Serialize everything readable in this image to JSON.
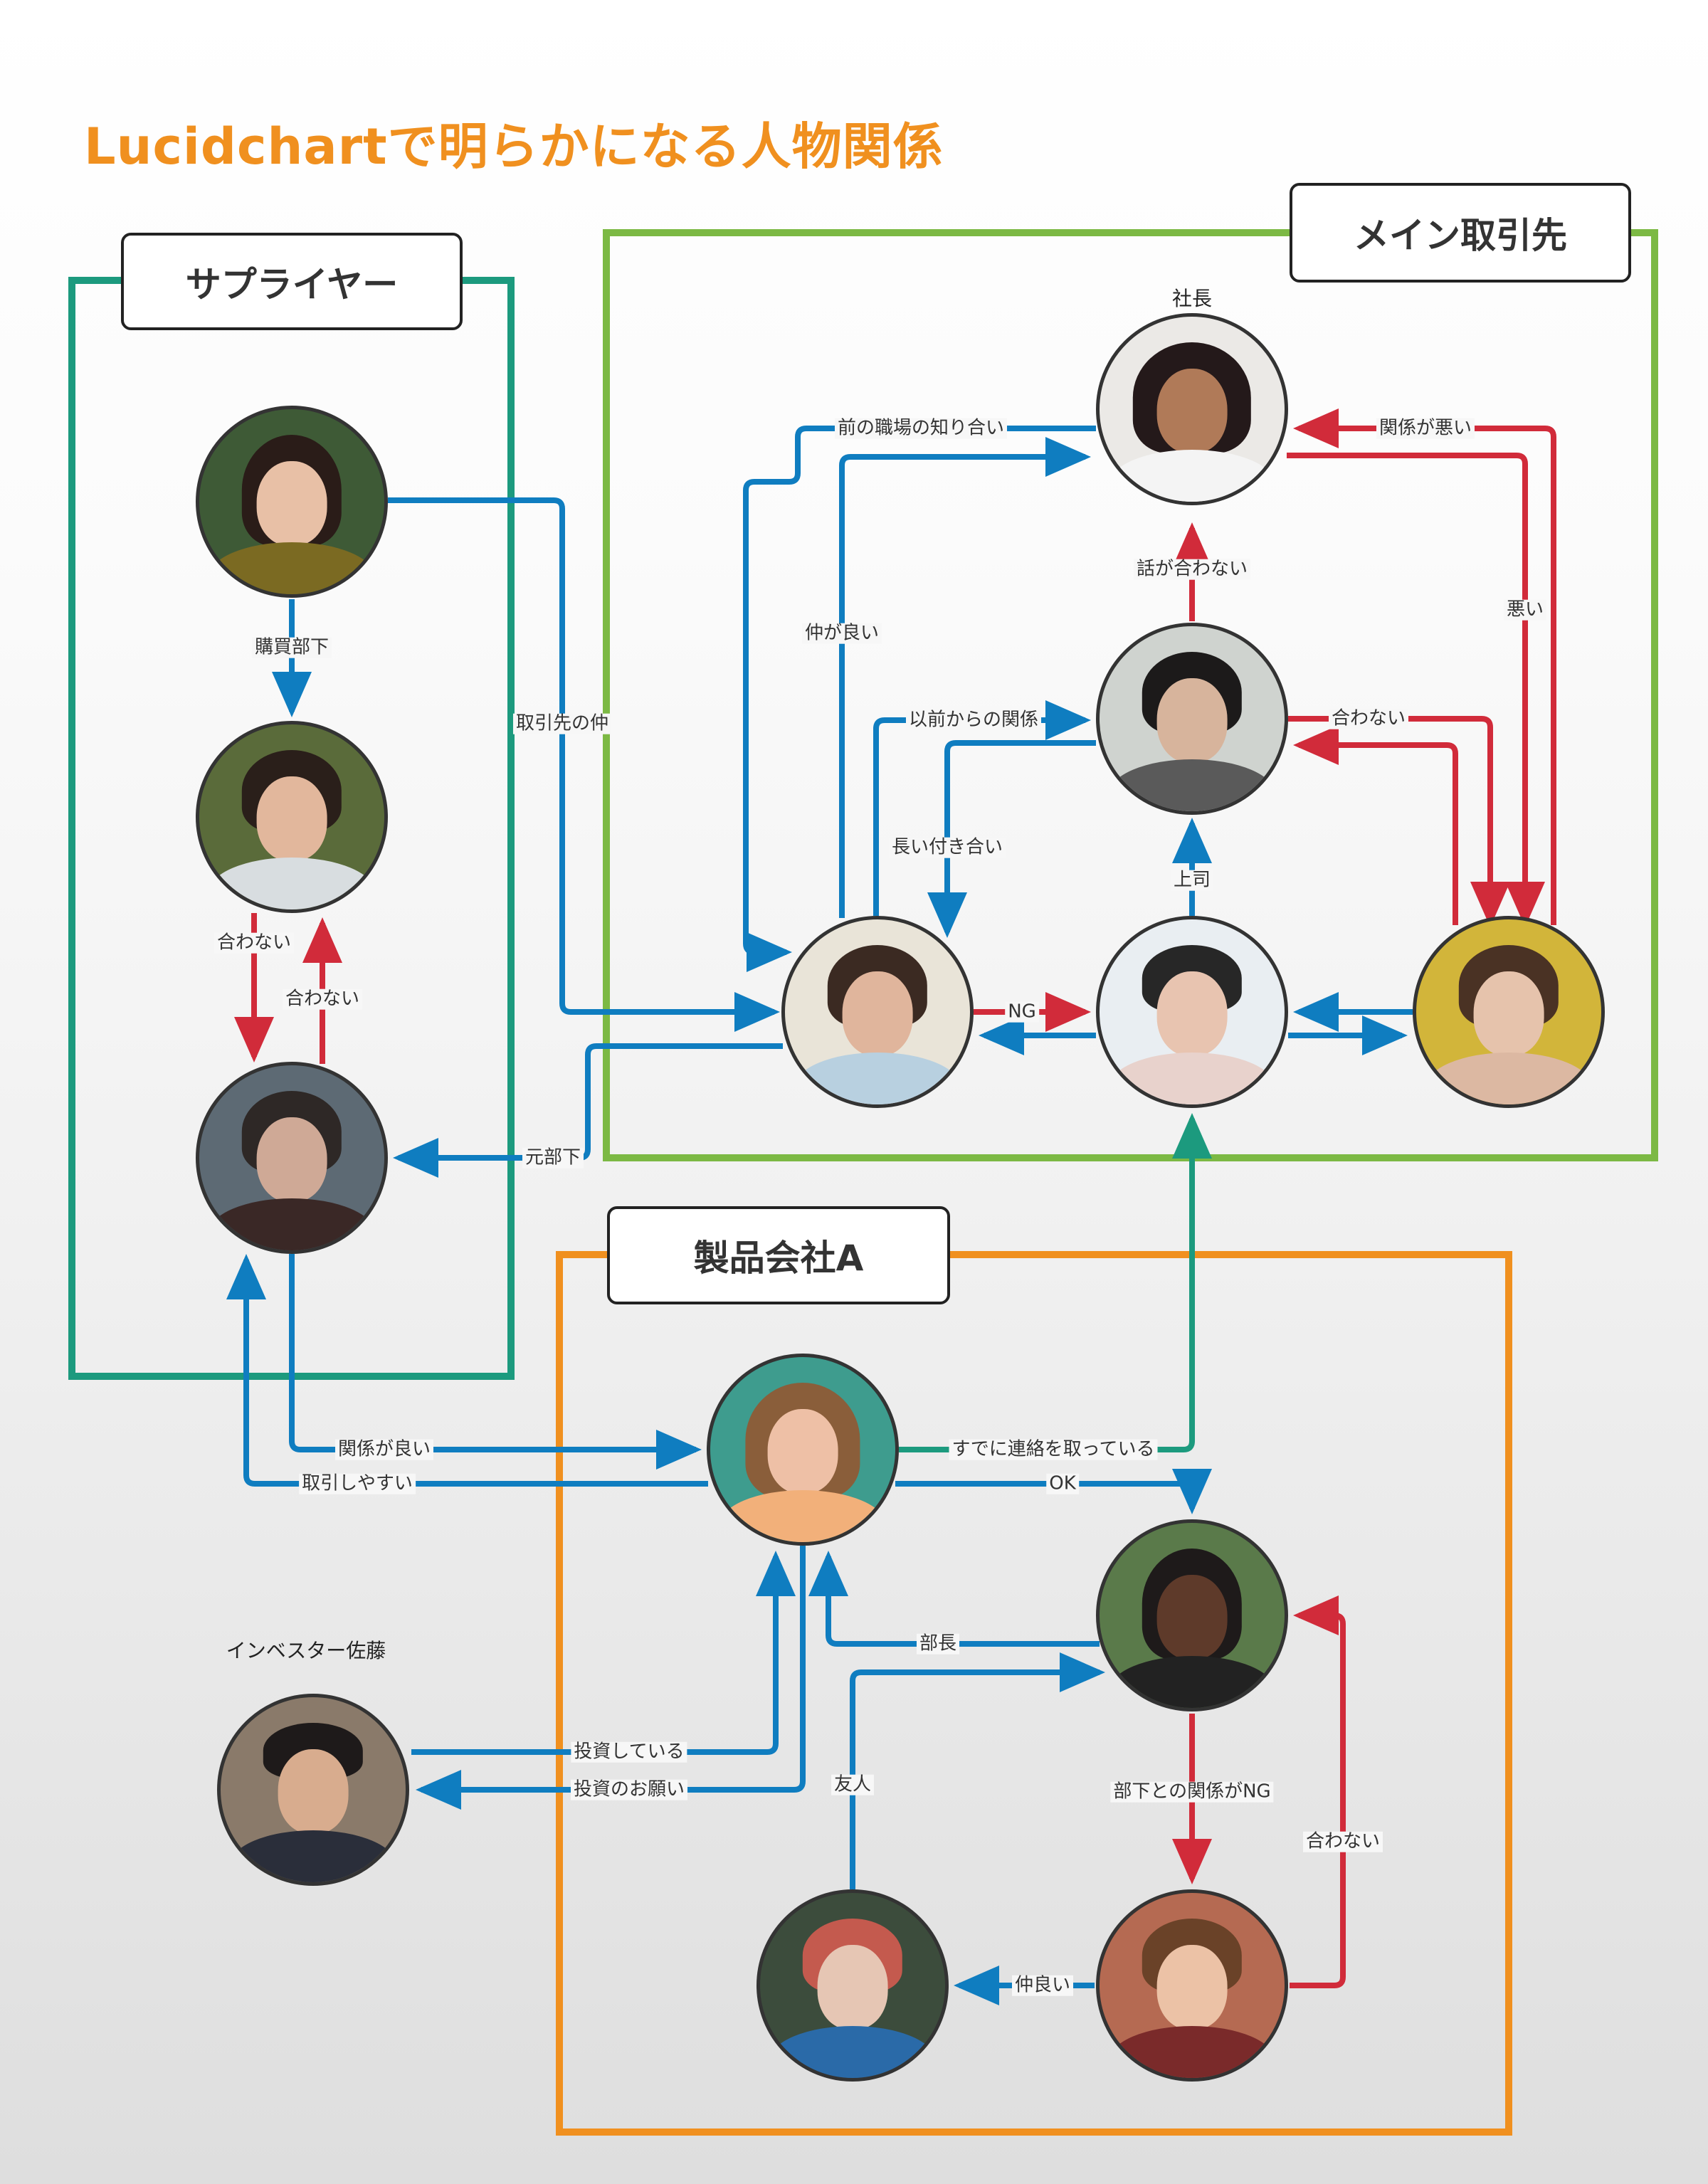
{
  "title": "Lucidchartで明らかになる人物関係",
  "colors": {
    "title": "#f0901f",
    "supplier_group": "#1c9a7e",
    "main_client_group": "#7cb944",
    "product_group": "#f0901f",
    "good_relation": "#0f7dc0",
    "bad_relation": "#d12b3a",
    "contact_relation": "#1c9a7e"
  },
  "groups": {
    "supplier": {
      "label": "サプライヤー"
    },
    "main_client": {
      "label": "メイン取引先"
    },
    "product_company": {
      "label": "製品会社A"
    }
  },
  "role_labels": {
    "ceo": "社長",
    "investor": "インベスター佐藤"
  },
  "people": [
    {
      "id": "supplier_buyer",
      "group": "supplier",
      "icon": "person-photo-icon"
    },
    {
      "id": "supplier_purchasing",
      "group": "supplier",
      "icon": "person-photo-icon"
    },
    {
      "id": "supplier_man",
      "group": "supplier",
      "icon": "person-photo-icon"
    },
    {
      "id": "ceo",
      "group": "main_client",
      "icon": "person-photo-icon"
    },
    {
      "id": "main_manager",
      "group": "main_client",
      "icon": "person-photo-icon"
    },
    {
      "id": "main_glasses_woman",
      "group": "main_client",
      "icon": "person-photo-icon"
    },
    {
      "id": "main_shorthair_woman",
      "group": "main_client",
      "icon": "person-photo-icon"
    },
    {
      "id": "main_yellow_woman",
      "group": "main_client",
      "icon": "person-photo-icon"
    },
    {
      "id": "product_lead",
      "group": "product_company",
      "icon": "person-photo-icon"
    },
    {
      "id": "product_manager",
      "group": "product_company",
      "icon": "person-photo-icon"
    },
    {
      "id": "product_redhat",
      "group": "product_company",
      "icon": "person-photo-icon"
    },
    {
      "id": "product_glasses_man",
      "group": "product_company",
      "icon": "person-photo-icon"
    },
    {
      "id": "investor_sato",
      "group": "none",
      "icon": "person-photo-icon"
    }
  ],
  "relations": [
    {
      "from": "supplier_buyer",
      "to": "supplier_purchasing",
      "label": "購買部下",
      "type": "good"
    },
    {
      "from": "supplier_buyer",
      "to": "main_glasses_woman",
      "label": "取引先の仲",
      "type": "good"
    },
    {
      "from": "supplier_purchasing",
      "to": "supplier_man",
      "label": "合わない",
      "type": "bad"
    },
    {
      "from": "supplier_man",
      "to": "supplier_purchasing",
      "label": "合わない",
      "type": "bad"
    },
    {
      "from": "main_glasses_woman",
      "to": "supplier_man",
      "label": "元部下",
      "type": "good"
    },
    {
      "from": "ceo",
      "to": "main_glasses_woman",
      "label": "前の職場の知り合い",
      "type": "good"
    },
    {
      "from": "main_glasses_woman",
      "to": "ceo",
      "label": "仲が良い",
      "type": "good"
    },
    {
      "from": "main_glasses_woman",
      "to": "main_manager",
      "label": "以前からの関係",
      "type": "good"
    },
    {
      "from": "main_manager",
      "to": "main_glasses_woman",
      "label": "長い付き合い",
      "type": "good"
    },
    {
      "from": "main_manager",
      "to": "ceo",
      "label": "話が合わない",
      "type": "bad"
    },
    {
      "from": "main_yellow_woman",
      "to": "ceo",
      "label": "関係が悪い",
      "type": "bad"
    },
    {
      "from": "ceo",
      "to": "main_yellow_woman",
      "label": "悪い",
      "type": "bad"
    },
    {
      "from": "main_manager",
      "to": "main_yellow_woman",
      "label": "合わない",
      "type": "bad"
    },
    {
      "from": "main_yellow_woman",
      "to": "main_manager",
      "label": "",
      "type": "bad"
    },
    {
      "from": "main_shorthair_woman",
      "to": "main_manager",
      "label": "上司",
      "type": "good"
    },
    {
      "from": "main_glasses_woman",
      "to": "main_shorthair_woman",
      "label": "NG",
      "type": "bad"
    },
    {
      "from": "main_shorthair_woman",
      "to": "main_glasses_woman",
      "label": "",
      "type": "good"
    },
    {
      "from": "main_yellow_woman",
      "to": "main_shorthair_woman",
      "label": "",
      "type": "good"
    },
    {
      "from": "main_shorthair_woman",
      "to": "main_yellow_woman",
      "label": "",
      "type": "good"
    },
    {
      "from": "supplier_man",
      "to": "product_lead",
      "label": "関係が良い",
      "type": "good"
    },
    {
      "from": "product_lead",
      "to": "supplier_man",
      "label": "取引しやすい",
      "type": "good"
    },
    {
      "from": "product_lead",
      "to": "main_shorthair_woman",
      "label": "すでに連絡を取っている",
      "type": "contact"
    },
    {
      "from": "product_lead",
      "to": "product_manager",
      "label": "OK",
      "type": "good"
    },
    {
      "from": "product_manager",
      "to": "product_lead",
      "label": "部長",
      "type": "good"
    },
    {
      "from": "investor_sato",
      "to": "product_lead",
      "label": "投資している",
      "type": "good"
    },
    {
      "from": "product_lead",
      "to": "investor_sato",
      "label": "投資のお願い",
      "type": "good"
    },
    {
      "from": "product_redhat",
      "to": "product_manager",
      "label": "友人",
      "type": "good"
    },
    {
      "from": "product_manager",
      "to": "product_glasses_man",
      "label": "部下との関係がNG",
      "type": "bad"
    },
    {
      "from": "product_glasses_man",
      "to": "product_manager",
      "label": "合わない",
      "type": "bad"
    },
    {
      "from": "product_glasses_man",
      "to": "product_redhat",
      "label": "仲良い",
      "type": "good"
    }
  ]
}
